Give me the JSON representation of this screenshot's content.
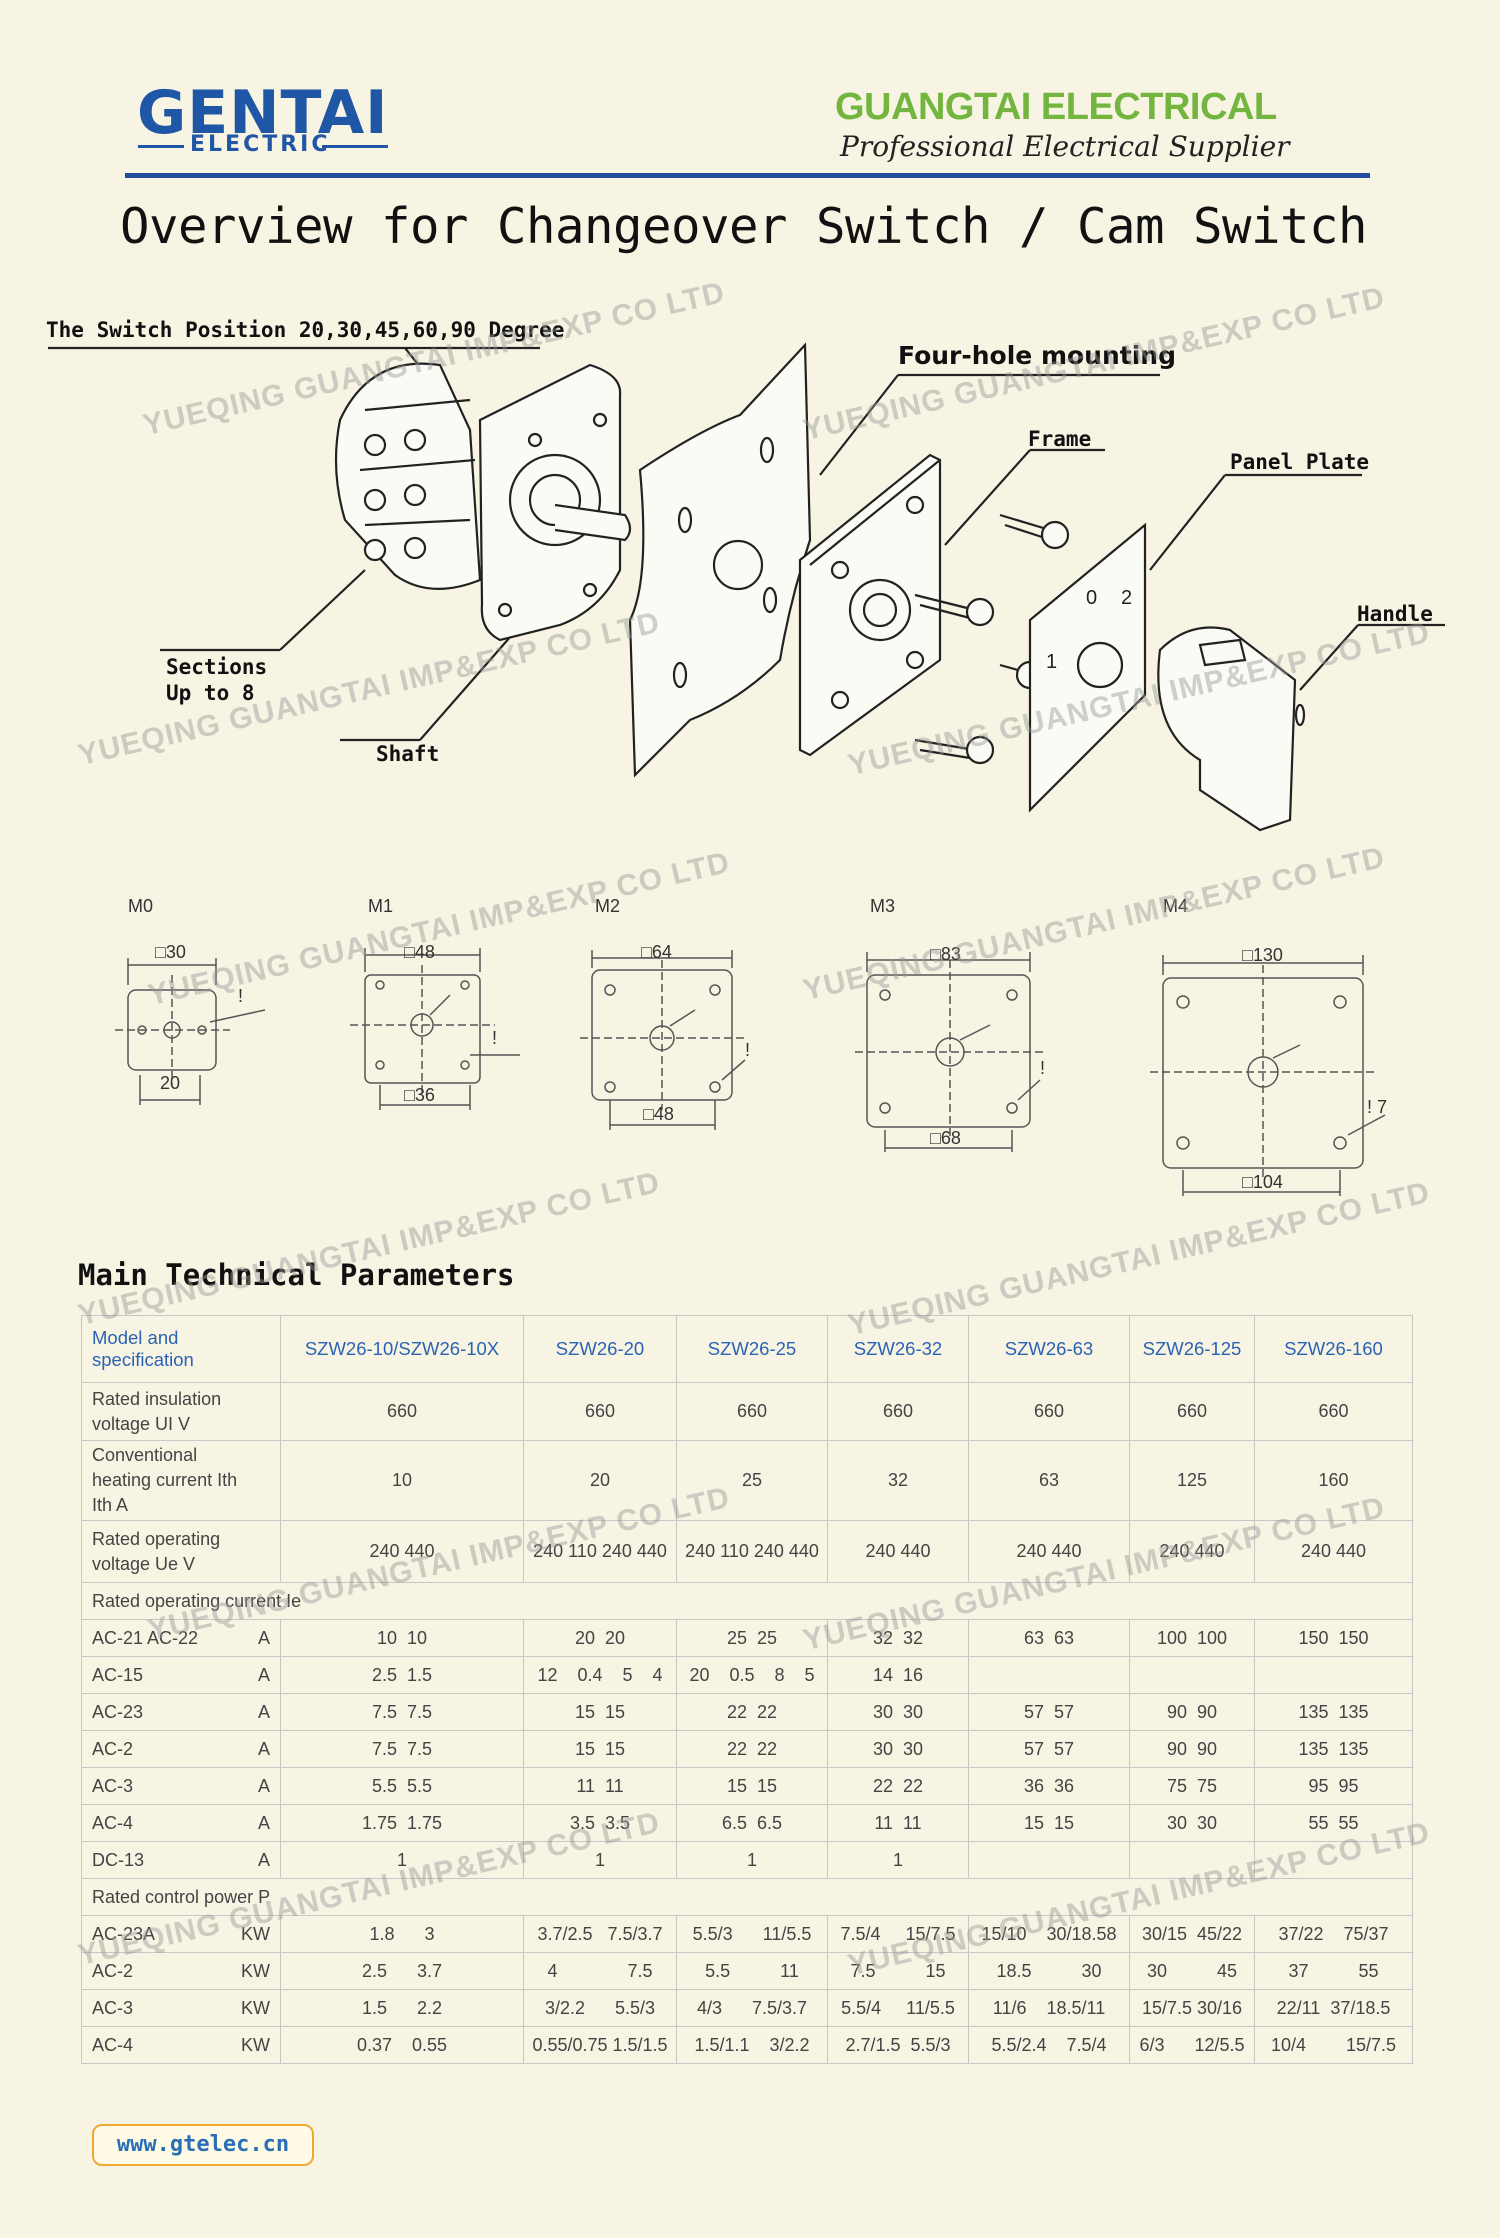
{
  "header": {
    "logo_word": "GENTAI",
    "logo_sub": "ELECTRIC",
    "company": "GUANGTAI ELECTRICAL",
    "tagline": "Professional Electrical Supplier"
  },
  "title": "Overview for Changeover Switch / Cam Switch",
  "diagram": {
    "labels": {
      "switch_position": "The Switch Position 20,30,45,60,90 Degree",
      "four_hole": "Four-hole mounting",
      "frame": "Frame",
      "panel_plate": "Panel Plate",
      "handle": "Handle",
      "sections": "Sections",
      "sections_2": "Up to 8",
      "shaft": "Shaft"
    },
    "panel_markings": [
      "0",
      "2",
      "1"
    ]
  },
  "watermark": "YUEQING GUANGTAI IMP&EXP CO LTD",
  "mounting": [
    {
      "name": "M0",
      "top": "□30",
      "bottom": "20",
      "side": "",
      "mark": "!"
    },
    {
      "name": "M1",
      "top": "□48",
      "bottom": "□36",
      "side": "",
      "mark": "!"
    },
    {
      "name": "M2",
      "top": "□64",
      "bottom": "□48",
      "side": "",
      "mark": "!"
    },
    {
      "name": "M3",
      "top": "□83",
      "bottom": "□68",
      "side": "",
      "mark": "!"
    },
    {
      "name": "M4",
      "top": "□130",
      "bottom": "□104",
      "side": "! 7",
      "mark": "!"
    }
  ],
  "section_title": "Main Technical Parameters",
  "table": {
    "header_label": [
      "Model and",
      "specification"
    ],
    "models": [
      "SZW26-10/SZW26-10X",
      "SZW26-20",
      "SZW26-25",
      "SZW26-32",
      "SZW26-63",
      "SZW26-125",
      "SZW26-160"
    ],
    "rows": [
      {
        "label": [
          "Rated insulation",
          "voltage UI  V"
        ],
        "values": [
          "660",
          "660",
          "660",
          "660",
          "660",
          "660",
          "660"
        ],
        "h": 58
      },
      {
        "label": [
          "Conventional",
          "heating current Ith",
          "Ith   A"
        ],
        "values": [
          "10",
          "20",
          "25",
          "32",
          "63",
          "125",
          "160"
        ],
        "h": 78
      },
      {
        "label": [
          "Rated operating",
          "voltage Ue  V"
        ],
        "values": [
          "240 440",
          "240 110  240 440",
          "240 110 240 440",
          "240 440",
          "240 440",
          "240 440",
          "240 440"
        ],
        "h": 52
      }
    ],
    "current_section": "Rated operating current Ie",
    "current_rows": [
      {
        "label": "AC-21  AC-22",
        "unit": "A",
        "values": [
          "10  10",
          "20  20",
          "25  25",
          "32  32",
          "63  63",
          "100  100",
          "150  150"
        ]
      },
      {
        "label": "AC-15",
        "unit": "A",
        "values": [
          "2.5  1.5",
          "12    0.4    5    4",
          "20    0.5    8    5",
          "14  16",
          "",
          "",
          ""
        ]
      },
      {
        "label": "AC-23",
        "unit": "A",
        "values": [
          "7.5  7.5",
          "15  15",
          "22  22",
          "30  30",
          "57  57",
          "90  90",
          "135  135"
        ]
      },
      {
        "label": "AC-2",
        "unit": "A",
        "values": [
          "7.5  7.5",
          "15  15",
          "22  22",
          "30  30",
          "57  57",
          "90  90",
          "135  135"
        ]
      },
      {
        "label": "AC-3",
        "unit": "A",
        "values": [
          "5.5  5.5",
          "11  11",
          "15  15",
          "22  22",
          "36  36",
          "75  75",
          "95  95"
        ]
      },
      {
        "label": "AC-4",
        "unit": "A",
        "values": [
          "1.75  1.75",
          "3.5  3.5",
          "6.5  6.5",
          "11  11",
          "15  15",
          "30  30",
          "55  55"
        ]
      },
      {
        "label": "DC-13",
        "unit": "A",
        "values": [
          "1",
          "1",
          "1",
          "1",
          "",
          "",
          ""
        ]
      }
    ],
    "power_section": "Rated control power P",
    "power_rows": [
      {
        "label": "AC-23A",
        "unit": "KW",
        "values": [
          "1.8      3",
          "3.7/2.5   7.5/3.7",
          "5.5/3      11/5.5",
          "7.5/4     15/7.5",
          "15/10    30/18.58",
          "30/15  45/22",
          "37/22    75/37"
        ]
      },
      {
        "label": "AC-2",
        "unit": "KW",
        "values": [
          "2.5      3.7",
          "4              7.5",
          "5.5          11",
          "7.5          15",
          "18.5          30",
          "30          45",
          "37          55"
        ]
      },
      {
        "label": "AC-3",
        "unit": "KW",
        "values": [
          "1.5      2.2",
          "3/2.2      5.5/3",
          "4/3      7.5/3.7",
          "5.5/4     11/5.5",
          "11/6    18.5/11",
          "15/7.5 30/16",
          "22/11  37/18.5"
        ]
      },
      {
        "label": "AC-4",
        "unit": "KW",
        "values": [
          "0.37    0.55",
          "0.55/0.75 1.5/1.5",
          "1.5/1.1    3/2.2",
          "2.7/1.5  5.5/3",
          "5.5/2.4    7.5/4",
          "6/3      12/5.5",
          "10/4        15/7.5"
        ]
      }
    ]
  },
  "footer": {
    "website": "www.gtelec.cn"
  },
  "colors": {
    "background": "#f7f4e3",
    "brand_blue": "#1f56a6",
    "brand_green": "#74b540",
    "table_header": "#2b62b3"
  }
}
